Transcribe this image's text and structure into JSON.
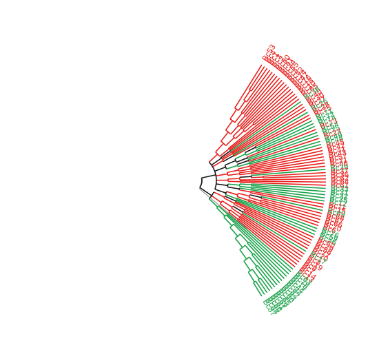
{
  "colors": {
    "red": "#e8201c",
    "green": "#1aa24a",
    "black": "#1a1a1a",
    "navy": "#1f2c7a",
    "gray": "#8a8a8a"
  },
  "leaves": [
    {
      "label": "Bc53",
      "color": "red"
    },
    {
      "label": "Bc4",
      "color": "red"
    },
    {
      "label": "Bc1",
      "color": "red"
    },
    {
      "label": "Bc3",
      "color": "red"
    },
    {
      "label": "Bc2",
      "color": "red"
    },
    {
      "label": "Bc50",
      "color": "red"
    },
    {
      "label": "Bc51",
      "color": "red"
    },
    {
      "label": "Bc34",
      "color": "red"
    },
    {
      "label": "Bc55",
      "color": "red"
    },
    {
      "label": "Bc5",
      "color": "red"
    },
    {
      "label": "Bc52",
      "color": "red"
    },
    {
      "label": "Bc24",
      "color": "red"
    },
    {
      "label": "Bc47",
      "color": "red"
    },
    {
      "label": "Bc16",
      "color": "red"
    },
    {
      "label": "Bc18",
      "color": "red"
    },
    {
      "label": "Bc10",
      "color": "red"
    },
    {
      "label": "Bc65",
      "color": "red"
    },
    {
      "label": "Bc38",
      "color": "green"
    },
    {
      "label": "Bc40",
      "color": "red"
    },
    {
      "label": "Bc30",
      "color": "red"
    },
    {
      "label": "Bc27",
      "color": "red"
    },
    {
      "label": "Bc26",
      "color": "green"
    },
    {
      "label": "Bc28",
      "color": "red"
    },
    {
      "label": "Bc75",
      "color": "red"
    },
    {
      "label": "Bc71",
      "color": "green"
    },
    {
      "label": "Bc72",
      "color": "green"
    },
    {
      "label": "Bc74",
      "color": "green"
    },
    {
      "label": "Bc73",
      "color": "red"
    },
    {
      "label": "Bc54",
      "color": "green"
    },
    {
      "label": "Bc25",
      "color": "green"
    },
    {
      "label": "Bc23",
      "color": "red"
    },
    {
      "label": "Bc49",
      "color": "green"
    },
    {
      "label": "Bc48",
      "color": "green"
    },
    {
      "label": "Bc45",
      "color": "red"
    },
    {
      "label": "Bc42",
      "color": "red"
    },
    {
      "label": "Bc41",
      "color": "red"
    },
    {
      "label": "Bc43",
      "color": "red"
    },
    {
      "label": "Bc57",
      "color": "red"
    },
    {
      "label": "Bc21",
      "color": "red"
    },
    {
      "label": "Bc46",
      "color": "red"
    },
    {
      "label": "Bc39",
      "color": "green"
    },
    {
      "label": "Bc37",
      "color": "red"
    },
    {
      "label": "Bc36",
      "color": "red"
    },
    {
      "label": "Bc62",
      "color": "red"
    },
    {
      "label": "Bc64",
      "color": "red"
    },
    {
      "label": "Bc61",
      "color": "red"
    },
    {
      "label": "Bc33",
      "color": "green"
    },
    {
      "label": "Bc31",
      "color": "green"
    },
    {
      "label": "Bc32",
      "color": "green"
    },
    {
      "label": "Bc35",
      "color": "green"
    },
    {
      "label": "Bc12",
      "color": "green"
    },
    {
      "label": "Bc11",
      "color": "red"
    },
    {
      "label": "Bc15",
      "color": "red"
    },
    {
      "label": "Bc69",
      "color": "green"
    },
    {
      "label": "Bc68",
      "color": "red"
    },
    {
      "label": "Bc67",
      "color": "red"
    },
    {
      "label": "Bc66",
      "color": "red"
    },
    {
      "label": "Bc70",
      "color": "red"
    },
    {
      "label": "Bc6",
      "color": "red"
    },
    {
      "label": "Bc76",
      "color": "green"
    },
    {
      "label": "Bc59",
      "color": "green"
    },
    {
      "label": "Bc56",
      "color": "green"
    },
    {
      "label": "Bc60",
      "color": "red"
    },
    {
      "label": "Bc29",
      "color": "red"
    },
    {
      "label": "Bc58",
      "color": "red"
    },
    {
      "label": "Bc77",
      "color": "red"
    },
    {
      "label": "Bc20",
      "color": "red"
    },
    {
      "label": "Bc17",
      "color": "green"
    },
    {
      "label": "Bc8",
      "color": "red"
    },
    {
      "label": "Bc19",
      "color": "red"
    },
    {
      "label": "Bc9",
      "color": "red"
    },
    {
      "label": "Bc7",
      "color": "red"
    },
    {
      "label": "Bc14",
      "color": "red"
    },
    {
      "label": "Bc13",
      "color": "red"
    },
    {
      "label": "Bc63",
      "color": "green"
    },
    {
      "label": "Bc78",
      "color": "green"
    },
    {
      "label": "Bc79",
      "color": "green"
    },
    {
      "label": "Bc44",
      "color": "green"
    },
    {
      "label": "Bc84",
      "color": "green"
    },
    {
      "label": "Bc82",
      "color": "green"
    },
    {
      "label": "Bc83",
      "color": "green"
    },
    {
      "label": "Bc90",
      "color": "green"
    },
    {
      "label": "Bc85",
      "color": "green"
    },
    {
      "label": "Bc89",
      "color": "green"
    },
    {
      "label": "Bc81",
      "color": "green"
    },
    {
      "label": "Bc86",
      "color": "green"
    },
    {
      "label": "Bc88",
      "color": "green"
    },
    {
      "label": "Bc87",
      "color": "green"
    }
  ]
}
